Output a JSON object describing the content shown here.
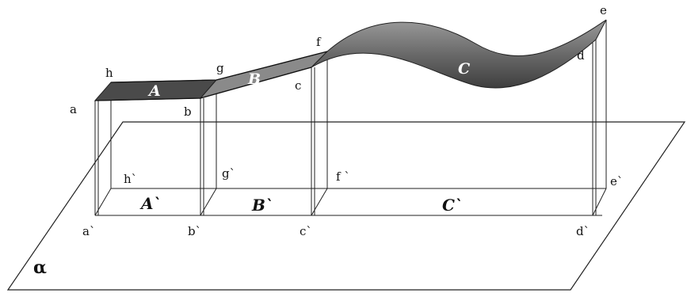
{
  "plane_label": "α",
  "surface_labels": {
    "A": "A",
    "B": "B",
    "C": "C"
  },
  "projection_labels": {
    "A": "A`",
    "B": "B`",
    "C": "C`"
  },
  "points_top": {
    "a": "a",
    "b": "b",
    "c": "c",
    "d": "d",
    "e": "e",
    "f": "f",
    "g": "g",
    "h": "h"
  },
  "points_bottom": {
    "a": "a`",
    "b": "b`",
    "c": "c`",
    "d": "d`",
    "e": "e`",
    "f": "f `",
    "g": "g`",
    "h": "h`"
  },
  "colors": {
    "surface_dark": "#4a4a4a",
    "surface_mid": "#7a7a7a",
    "surface_light": "#a8a8a8",
    "lines": "#222222"
  }
}
